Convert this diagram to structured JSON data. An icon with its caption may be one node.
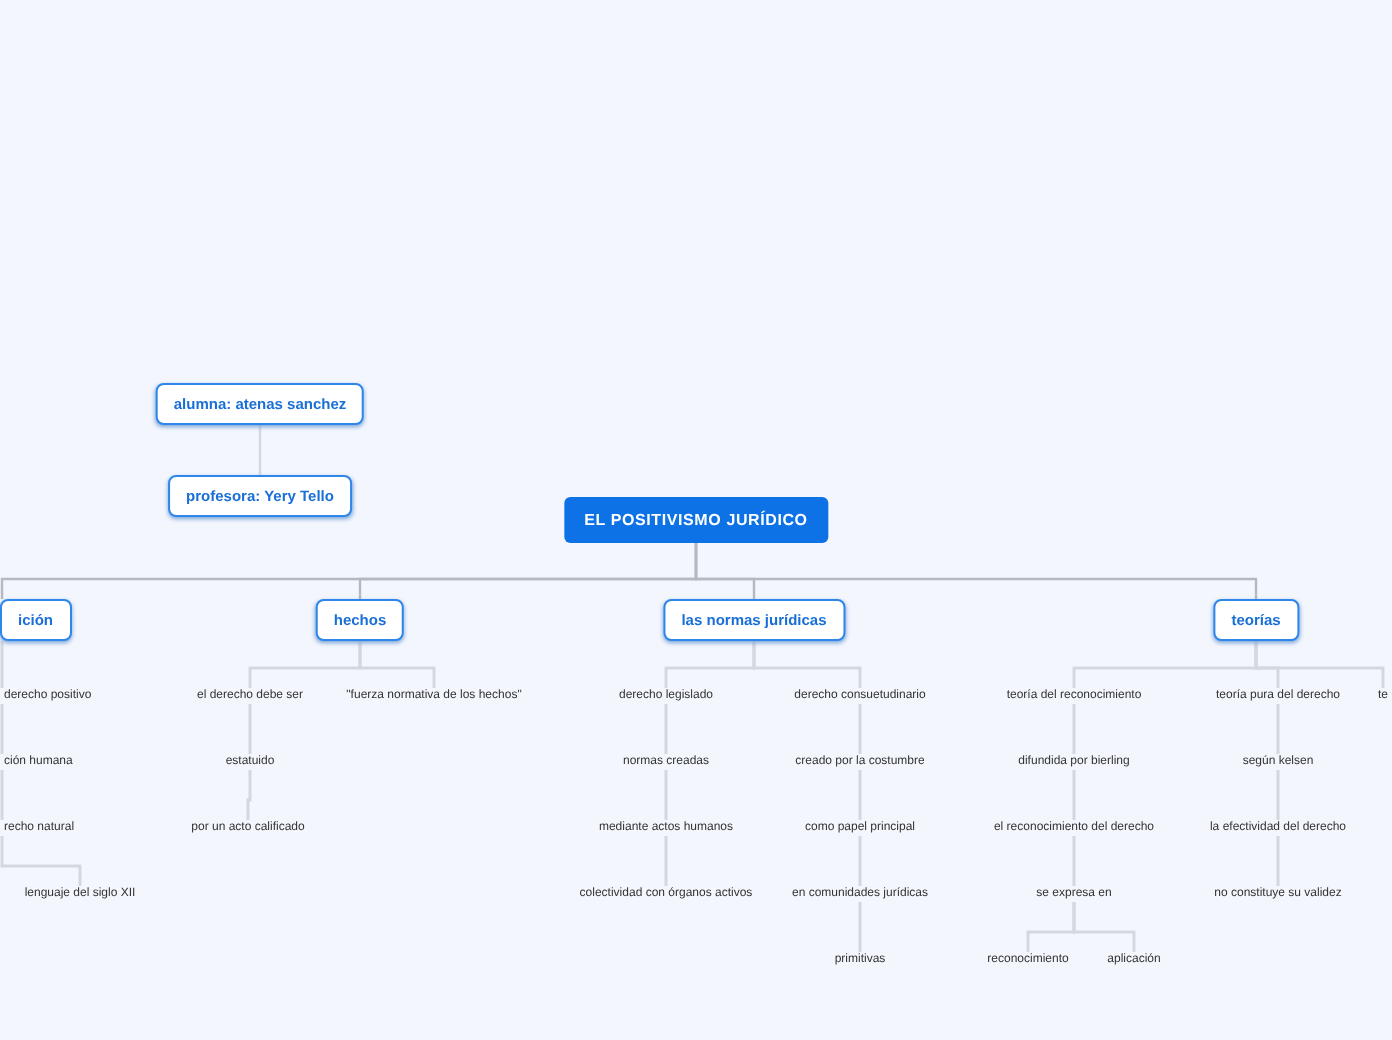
{
  "diagram": {
    "nodes": [
      {
        "text": [
          "EL POSITIVISMO JURÍDICO"
        ]
      },
      {
        "text": [
          "alumna: atenas sanchez"
        ]
      },
      {
        "text": [
          "profesora: Yery Tello"
        ]
      },
      {
        "text": [
          "ición"
        ]
      },
      {
        "text": [
          "derecho positivo"
        ]
      },
      {
        "text": [
          "ción humana"
        ]
      },
      {
        "text": [
          "recho natural"
        ]
      },
      {
        "text": [
          "lenguaje del siglo XII"
        ]
      },
      {
        "text": [
          "hechos"
        ]
      },
      {
        "text": [
          "el derecho debe ser"
        ]
      },
      {
        "text": [
          "\"fuerza normativa de los hechos\""
        ]
      },
      {
        "text": [
          "estatuido"
        ]
      },
      {
        "text": [
          "por un acto calificado"
        ]
      },
      {
        "text": [
          "las normas jurídicas"
        ]
      },
      {
        "text": [
          "derecho legislado"
        ]
      },
      {
        "text": [
          "normas creadas"
        ]
      },
      {
        "text": [
          "mediante actos humanos"
        ]
      },
      {
        "text": [
          "colectividad con órganos activos"
        ]
      },
      {
        "text": [
          "derecho consuetudinario"
        ]
      },
      {
        "text": [
          "creado por la costumbre"
        ]
      },
      {
        "text": [
          "como papel principal"
        ]
      },
      {
        "text": [
          "en comunidades jurídicas"
        ]
      },
      {
        "text": [
          "primitivas"
        ]
      },
      {
        "text": [
          "teorías"
        ]
      },
      {
        "text": [
          "teoría del reconocimiento"
        ]
      },
      {
        "text": [
          "difundida por bierling"
        ]
      },
      {
        "text": [
          "el reconocimiento del derecho"
        ]
      },
      {
        "text": [
          "se expresa en"
        ]
      },
      {
        "text": [
          "reconocimiento"
        ]
      },
      {
        "text": [
          "aplicación"
        ]
      },
      {
        "text": [
          "teoría pura del derecho"
        ]
      },
      {
        "text": [
          "según kelsen"
        ]
      },
      {
        "text": [
          "la efectividad del derecho"
        ]
      },
      {
        "text": [
          "no constituye su validez"
        ]
      },
      {
        "text": [
          "te"
        ]
      }
    ],
    "edges": [
      {
        "from": 1,
        "to": 2,
        "arrow": "none"
      },
      {
        "from": 0,
        "to": 3,
        "arrow": "none"
      },
      {
        "from": 0,
        "to": 8,
        "arrow": "none"
      },
      {
        "from": 0,
        "to": 13,
        "arrow": "none"
      },
      {
        "from": 0,
        "to": 23,
        "arrow": "none"
      },
      {
        "from": 3,
        "to": 4,
        "arrow": "none"
      },
      {
        "from": 4,
        "to": 5,
        "arrow": "none"
      },
      {
        "from": 5,
        "to": 6,
        "arrow": "none"
      },
      {
        "from": 6,
        "to": 7,
        "arrow": "none"
      },
      {
        "from": 8,
        "to": 9,
        "arrow": "none"
      },
      {
        "from": 8,
        "to": 10,
        "arrow": "none"
      },
      {
        "from": 9,
        "to": 11,
        "arrow": "none"
      },
      {
        "from": 11,
        "to": 12,
        "arrow": "none"
      },
      {
        "from": 13,
        "to": 14,
        "arrow": "none"
      },
      {
        "from": 13,
        "to": 18,
        "arrow": "none"
      },
      {
        "from": 14,
        "to": 15,
        "arrow": "none"
      },
      {
        "from": 15,
        "to": 16,
        "arrow": "none"
      },
      {
        "from": 16,
        "to": 17,
        "arrow": "none"
      },
      {
        "from": 18,
        "to": 19,
        "arrow": "none"
      },
      {
        "from": 19,
        "to": 20,
        "arrow": "none"
      },
      {
        "from": 20,
        "to": 21,
        "arrow": "none"
      },
      {
        "from": 21,
        "to": 22,
        "arrow": "none"
      },
      {
        "from": 23,
        "to": 24,
        "arrow": "none"
      },
      {
        "from": 23,
        "to": 30,
        "arrow": "none"
      },
      {
        "from": 23,
        "to": 34,
        "arrow": "none"
      },
      {
        "from": 24,
        "to": 25,
        "arrow": "none"
      },
      {
        "from": 25,
        "to": 26,
        "arrow": "none"
      },
      {
        "from": 26,
        "to": 27,
        "arrow": "none"
      },
      {
        "from": 27,
        "to": 28,
        "arrow": "none"
      },
      {
        "from": 27,
        "to": 29,
        "arrow": "none"
      },
      {
        "from": 30,
        "to": 31,
        "arrow": "none"
      },
      {
        "from": 31,
        "to": 32,
        "arrow": "none"
      },
      {
        "from": 32,
        "to": 33,
        "arrow": "none"
      }
    ]
  }
}
